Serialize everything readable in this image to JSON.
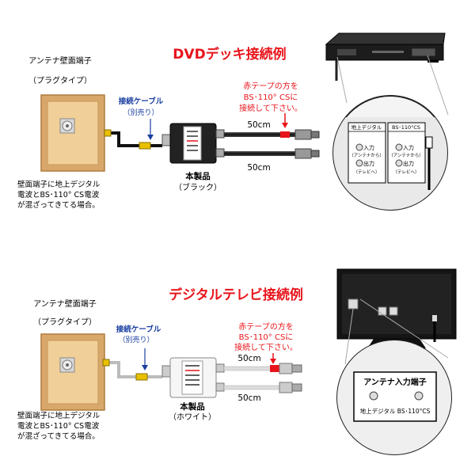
{
  "top": {
    "title": "DVDデッキ接続例",
    "outlet_title": "アンテナ壁面端子",
    "outlet_type": "（プラグタイプ）",
    "cable_label": "接続ケーブル",
    "cable_sub": "（別売り）",
    "note_line1": "赤テープの方を",
    "note_line2": "BS･110° CSに",
    "note_line3": "接続して下さい。",
    "length_upper": "50cm",
    "length_lower": "50cm",
    "product_label": "本製品",
    "product_color": "（ブラック）",
    "desc_line1": "壁面端子に地上デジタル",
    "desc_line2": "電波とBS･110° CS電波",
    "desc_line3": "が混ざってきてる場合。",
    "panel": {
      "left_header": "地上デジタル",
      "right_header": "BS･110°CS",
      "in_label": "入力",
      "in_sub": "（アンテナから）",
      "out_label": "出力",
      "out_sub": "（テレビへ）"
    }
  },
  "bottom": {
    "title": "デジタルテレビ接続例",
    "outlet_title": "アンテナ壁面端子",
    "outlet_type": "（プラグタイプ）",
    "cable_label": "接続ケーブル",
    "cable_sub": "（別売り）",
    "note_line1": "赤テープの方を",
    "note_line2": "BS･110° CSに",
    "note_line3": "接続して下さい。",
    "length_upper": "50cm",
    "length_lower": "50cm",
    "product_label": "本製品",
    "product_color": "（ホワイト）",
    "desc_line1": "壁面端子に地上デジタル",
    "desc_line2": "電波とBS･110° CS電波",
    "desc_line3": "が混ざってきてる場合。",
    "panel": {
      "header": "アンテナ入力端子",
      "footer": "地上デジタル BS･110°CS"
    }
  },
  "colors": {
    "title_red": "#e8141b",
    "outlet_tan": "#e8c48a",
    "outlet_border": "#c9965a",
    "blue_label": "#1a3fa0",
    "cable_red": "#e8141b"
  }
}
